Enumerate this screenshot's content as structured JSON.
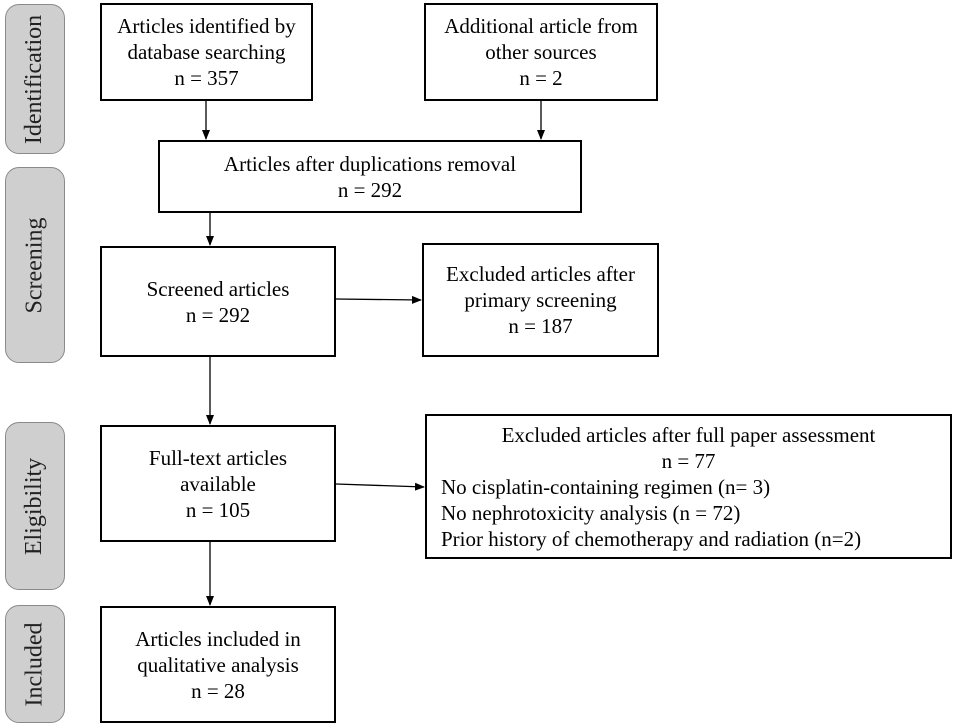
{
  "stages": {
    "identification": "Identification",
    "screening": "Screening",
    "eligibility": "Eligibility",
    "included": "Included"
  },
  "boxes": {
    "identified": {
      "line1": "Articles identified by",
      "line2": "database searching",
      "count": "n = 357"
    },
    "additional": {
      "line1": "Additional article from",
      "line2": "other sources",
      "count": "n = 2"
    },
    "after_duplicates": {
      "line1": "Articles after duplications removal",
      "count": "n = 292"
    },
    "screened": {
      "line1": "Screened articles",
      "count": "n = 292"
    },
    "excluded_primary": {
      "line1": "Excluded articles after",
      "line2": "primary screening",
      "count": "n = 187"
    },
    "full_text": {
      "line1": "Full-text articles",
      "line2": "available",
      "count": "n = 105"
    },
    "excluded_full": {
      "title": "Excluded articles after full paper assessment",
      "count": "n = 77",
      "items": [
        "No cisplatin-containing regimen (n= 3)",
        "No nephrotoxicity analysis (n = 72)",
        "Prior history of chemotherapy and radiation (n=2)"
      ]
    },
    "included": {
      "line1": "Articles included in",
      "line2": "qualitative analysis",
      "count": "n = 28"
    }
  }
}
